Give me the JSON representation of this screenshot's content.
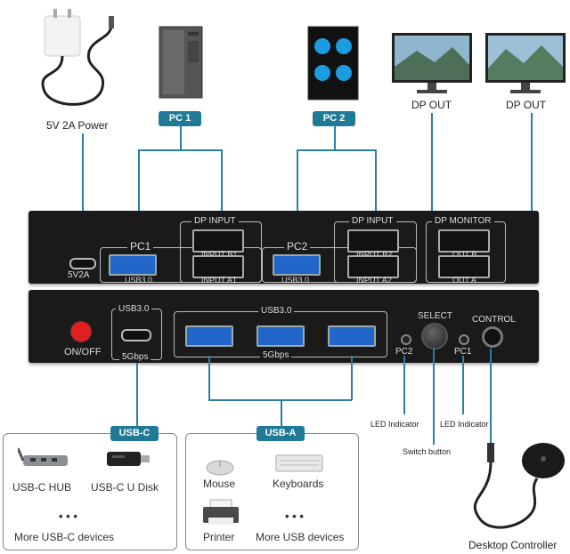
{
  "top": {
    "power_label": "5V 2A Power",
    "pc1_label": "PC 1",
    "pc2_label": "PC 2",
    "dp_out_left": "DP OUT",
    "dp_out_right": "DP OUT"
  },
  "back_panel": {
    "power_port_label": "5V2A",
    "pc1_group_label": "PC1",
    "pc2_group_label": "PC2",
    "dp_input_label_1": "DP INPUT",
    "dp_input_label_2": "DP INPUT",
    "dp_monitor_label": "DP MONITOR",
    "input_b1": "INPUT B1",
    "input_a1": "INPUT A1",
    "input_b2": "INPUT B2",
    "input_a2": "INPUT A2",
    "out_b": "OUT B",
    "out_a": "OUT A",
    "usb_label_1": "USB3.0",
    "usb_label_2": "USB3.0"
  },
  "front_panel": {
    "power_button_label": "ON/OFF",
    "usbc_top_label": "USB3.0",
    "usbc_bottom_label": "5Gbps",
    "usba_top_label": "USB3.0",
    "usba_bottom_label": "5Gbps",
    "select_label": "SELECT",
    "control_label": "CONTROL",
    "pc2_led_label": "PC2",
    "pc1_led_label": "PC1"
  },
  "callouts": {
    "led_indicator_left": "LED Indicator",
    "led_indicator_right": "LED Indicator",
    "switch_button": "Switch button",
    "desktop_controller": "Desktop Controller"
  },
  "usbc_box": {
    "header": "USB-C",
    "hub": "USB-C HUB",
    "udisk": "USB-C U Disk",
    "dots": "• • •",
    "more": "More USB-C devices"
  },
  "usba_box": {
    "header": "USB-A",
    "mouse": "Mouse",
    "keyboards": "Keyboards",
    "printer": "Printer",
    "dots": "• • •",
    "more": "More USB devices"
  },
  "colors": {
    "accent": "#1f7a96",
    "panel": "#1a1a1a",
    "usb_blue": "#2266c9",
    "power_red": "#e02020"
  }
}
